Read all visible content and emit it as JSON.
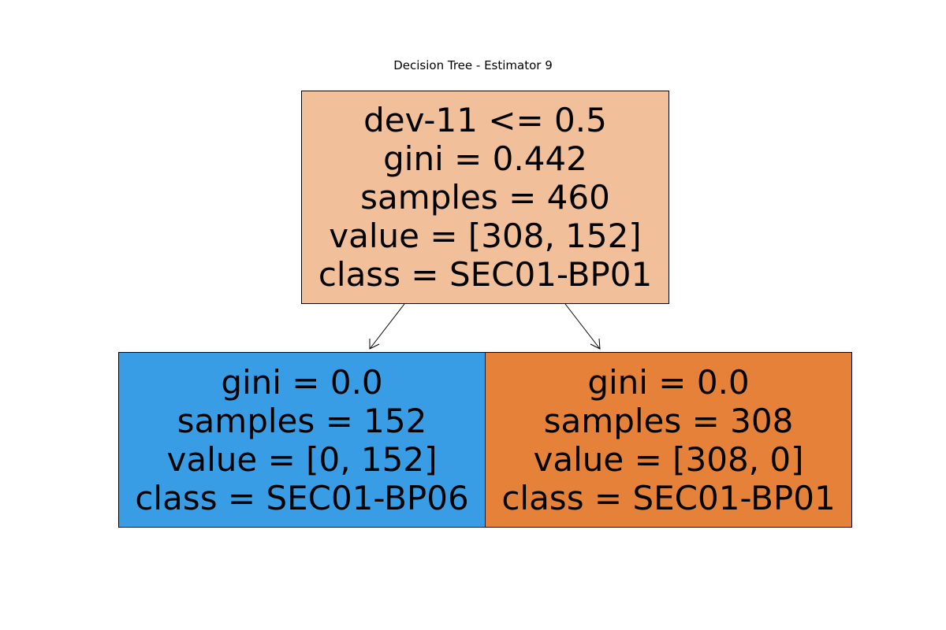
{
  "title": "Decision Tree - Estimator 9",
  "nodes": {
    "root": {
      "lines": [
        "dev-11 <= 0.5",
        "gini = 0.442",
        "samples = 460",
        "value = [308, 152]",
        "class = SEC01-BP01"
      ],
      "fill": "#f1bf9a"
    },
    "left": {
      "lines": [
        "gini = 0.0",
        "samples = 152",
        "value = [0, 152]",
        "class = SEC01-BP06"
      ],
      "fill": "#399de5"
    },
    "right": {
      "lines": [
        "gini = 0.0",
        "samples = 308",
        "value = [308, 0]",
        "class = SEC01-BP01"
      ],
      "fill": "#e58139"
    }
  }
}
